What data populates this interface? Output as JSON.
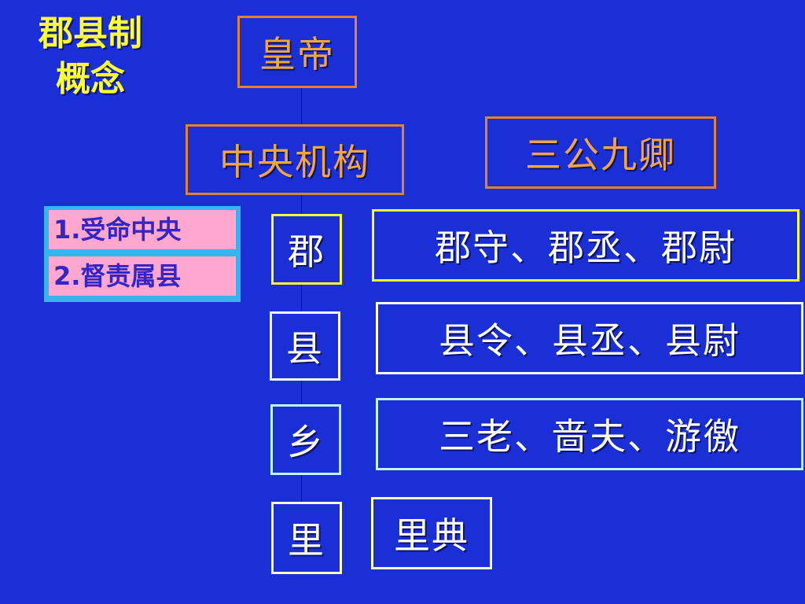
{
  "title": {
    "line1": "郡县制",
    "line2": "概念"
  },
  "hierarchy": {
    "emperor": "皇帝",
    "central": "中央机构",
    "central_officials": "三公九卿",
    "levels": [
      {
        "label": "郡",
        "officials": "郡守、郡丞、郡尉"
      },
      {
        "label": "县",
        "officials": "县令、县丞、县尉"
      },
      {
        "label": "乡",
        "officials": "三老、啬夫、游徼"
      },
      {
        "label": "里",
        "officials": "里典"
      }
    ]
  },
  "duties": [
    "1.受命中央",
    "2.督责属县"
  ],
  "colors": {
    "background": "#1a2fd6",
    "title": "#ffff33",
    "orange_border": "#e8822a",
    "yellow_border": "#ffff33",
    "duties_frame": "#35b4ef",
    "duties_fill": "#ffa7cf",
    "duties_text": "#3325c8"
  }
}
